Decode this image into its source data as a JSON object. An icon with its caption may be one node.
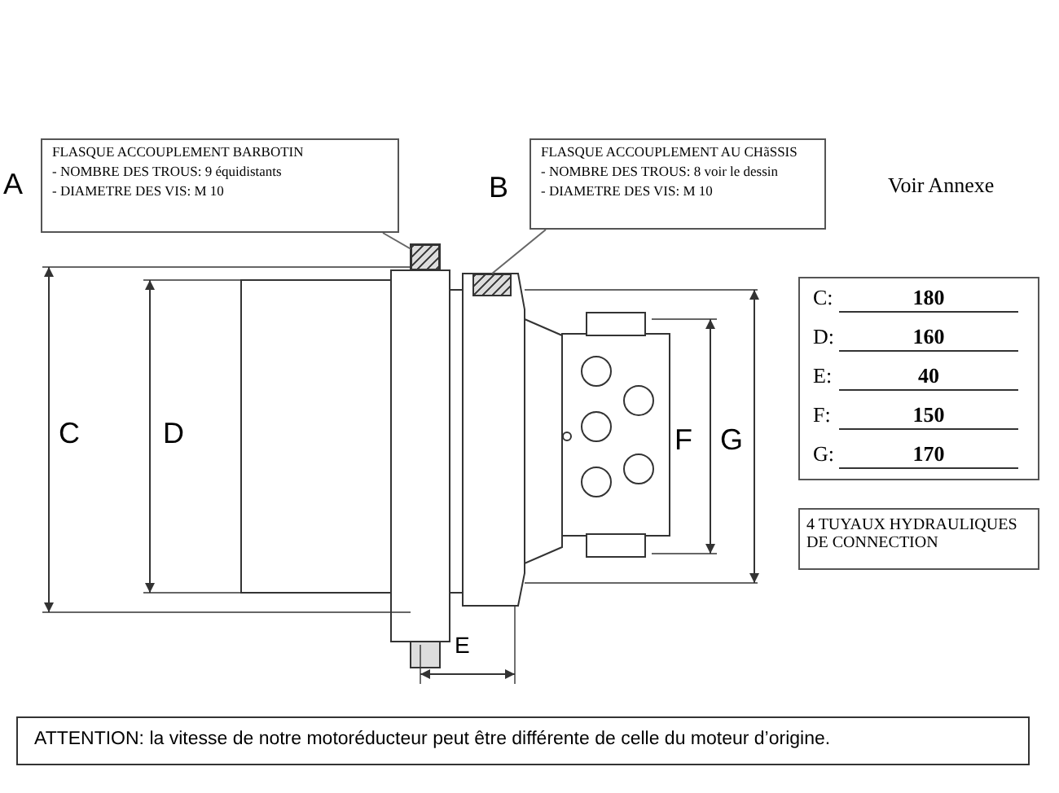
{
  "diagram": {
    "nodes": [
      {
        "text": [
          "FLASQUE ACCOUPLEMENT BARBOTIN",
          "- NOMBRE DES TROUS: 9 équidistants",
          "- DIAMETRE DES VIS: M 10"
        ],
        "beside": [
          "A"
        ]
      },
      {
        "text": [
          "FLASQUE ACCOUPLEMENT AU CHãSSIS",
          "- NOMBRE DES TROUS: 8 voir le dessin",
          "- DIAMETRE DES VIS: M 10"
        ],
        "beside": [
          "B"
        ]
      },
      {
        "text": [],
        "shape": "picture"
      },
      {
        "text": [],
        "shape": "picture"
      },
      {
        "text": [
          "C:",
          "180",
          "D:",
          "160",
          "E:",
          "40",
          "F:",
          "150",
          "G:",
          "170"
        ]
      },
      {
        "text": [
          "4 TUYAUX HYDRAULIQUES DE CONNECTION"
        ]
      },
      {
        "text": [
          "ATTENTION: la vitesse de notre motoréducteur peut être différente de celle du moteur d’origine."
        ]
      }
    ],
    "edges": [
      {
        "from": 0,
        "to": 2,
        "arrow": "none"
      },
      {
        "from": 1,
        "to": 3,
        "arrow": "none"
      }
    ],
    "labels": [
      "Voir Annexe",
      "C",
      "D",
      "F",
      "G",
      "E"
    ]
  }
}
